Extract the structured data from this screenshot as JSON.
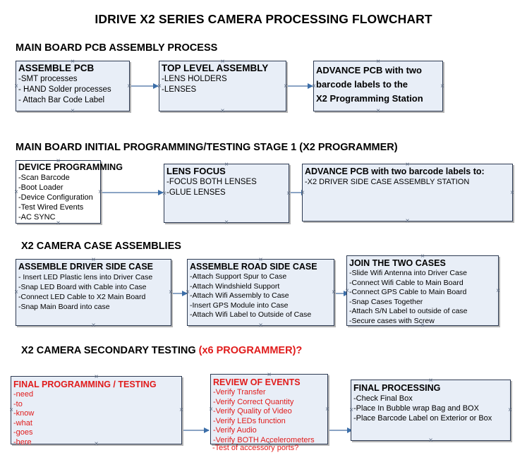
{
  "document": {
    "title": "IDRIVE X2  SERIES CAMERA PROCESSING FLOWCHART"
  },
  "colors": {
    "node_fill": "#e8eef7",
    "node_border": "#2d3a52",
    "accent_red": "#e01b1b",
    "connector": "#8ba4c4",
    "arrow": "#3b6ea8"
  },
  "sections": [
    {
      "id": "main-board-pcb-assembly",
      "header": "MAIN BOARD PCB ASSEMBLY PROCESS",
      "header_red": "",
      "nodes": [
        {
          "id": "assemble-pcb",
          "heading": "ASSEMBLE PCB",
          "lines": [
            "-SMT processes",
            "- HAND Solder processes",
            "- Attach Bar Code Label"
          ]
        },
        {
          "id": "top-level-assembly",
          "heading": "TOP LEVEL ASSEMBLY",
          "lines": [
            "-LENS HOLDERS",
            "-LENSES"
          ]
        },
        {
          "id": "advance-pcb-programming-station",
          "heading": "ADVANCE PCB with two",
          "lines": [
            "barcode labels to the",
            " X2 Programming Station"
          ]
        }
      ]
    },
    {
      "id": "main-board-initial-programming",
      "header": "MAIN BOARD INITIAL PROGRAMMING/TESTING STAGE 1 (X2 PROGRAMMER)",
      "header_red": "",
      "nodes": [
        {
          "id": "device-programming",
          "heading": "DEVICE PROGRAMMING",
          "lines": [
            "-Scan Barcode",
            "-Boot Loader",
            "-Device Configuration",
            "-Test Wired Events",
            "-AC SYNC"
          ]
        },
        {
          "id": "lens-focus",
          "heading": "LENS FOCUS",
          "lines": [
            "-FOCUS BOTH LENSES",
            "-GLUE LENSES"
          ]
        },
        {
          "id": "advance-pcb-driver-side-case",
          "heading": "ADVANCE PCB with two barcode labels to:",
          "lines": [
            "-X2 DRIVER  SIDE  CASE  ASSEMBLY STATION"
          ]
        }
      ]
    },
    {
      "id": "x2-camera-case-assemblies",
      "header": "X2 CAMERA CASE ASSEMBLIES",
      "header_red": "",
      "nodes": [
        {
          "id": "assemble-driver-side-case",
          "heading": "ASSEMBLE DRIVER SIDE CASE",
          "lines": [
            "- Insert LED Plastic lens into Driver Case",
            "-Snap LED Board with Cable into Case",
            "-Connect LED Cable to X2 Main Board",
            "-Snap Main Board into case"
          ]
        },
        {
          "id": "assemble-road-side-case",
          "heading": "ASSEMBLE ROAD SIDE CASE",
          "lines": [
            "-Attach Support Spur to Case",
            "-Attach Windshield Support",
            "-Attach Wifi Assembly to Case",
            "-Insert GPS Module into Case",
            "-Attach Wifi Label to Outside of Case"
          ]
        },
        {
          "id": "join-the-two-cases",
          "heading": "JOIN THE TWO CASES",
          "lines": [
            "-Slide Wifi Antenna into Driver Case",
            "-Connect Wifi Cable to Main Board",
            "-Connect GPS Cable to Main Board",
            "-Snap Cases Together",
            "-Attach S/N Label to outside of case",
            "-Secure cases with Screw"
          ]
        }
      ]
    },
    {
      "id": "x2-camera-secondary-testing",
      "header": "X2 CAMERA SECONDARY TESTING ",
      "header_red": "(x6 PROGRAMMER)?",
      "nodes": [
        {
          "id": "final-programming-testing",
          "heading": "FINAL PROGRAMMING / TESTING",
          "lines": [
            "-need",
            "-to",
            "-know",
            "-what",
            "-goes",
            "-here"
          ]
        },
        {
          "id": "review-of-events",
          "heading": "REVIEW OF EVENTS",
          "lines": [
            "-Verify Transfer",
            "-Verify Correct Quantity",
            "-Verify Quality of Video",
            "-Verify LEDs function",
            "-Verify Audio",
            "-Verify BOTH Accelerometers"
          ],
          "overflow_line": "-Test of accessory ports?"
        },
        {
          "id": "final-processing",
          "heading": "FINAL PROCESSING",
          "lines": [
            " -Check Final Box",
            "-Place In Bubble wrap Bag and BOX",
            "-Place Barcode Label on Exterior or Box"
          ]
        }
      ]
    }
  ]
}
